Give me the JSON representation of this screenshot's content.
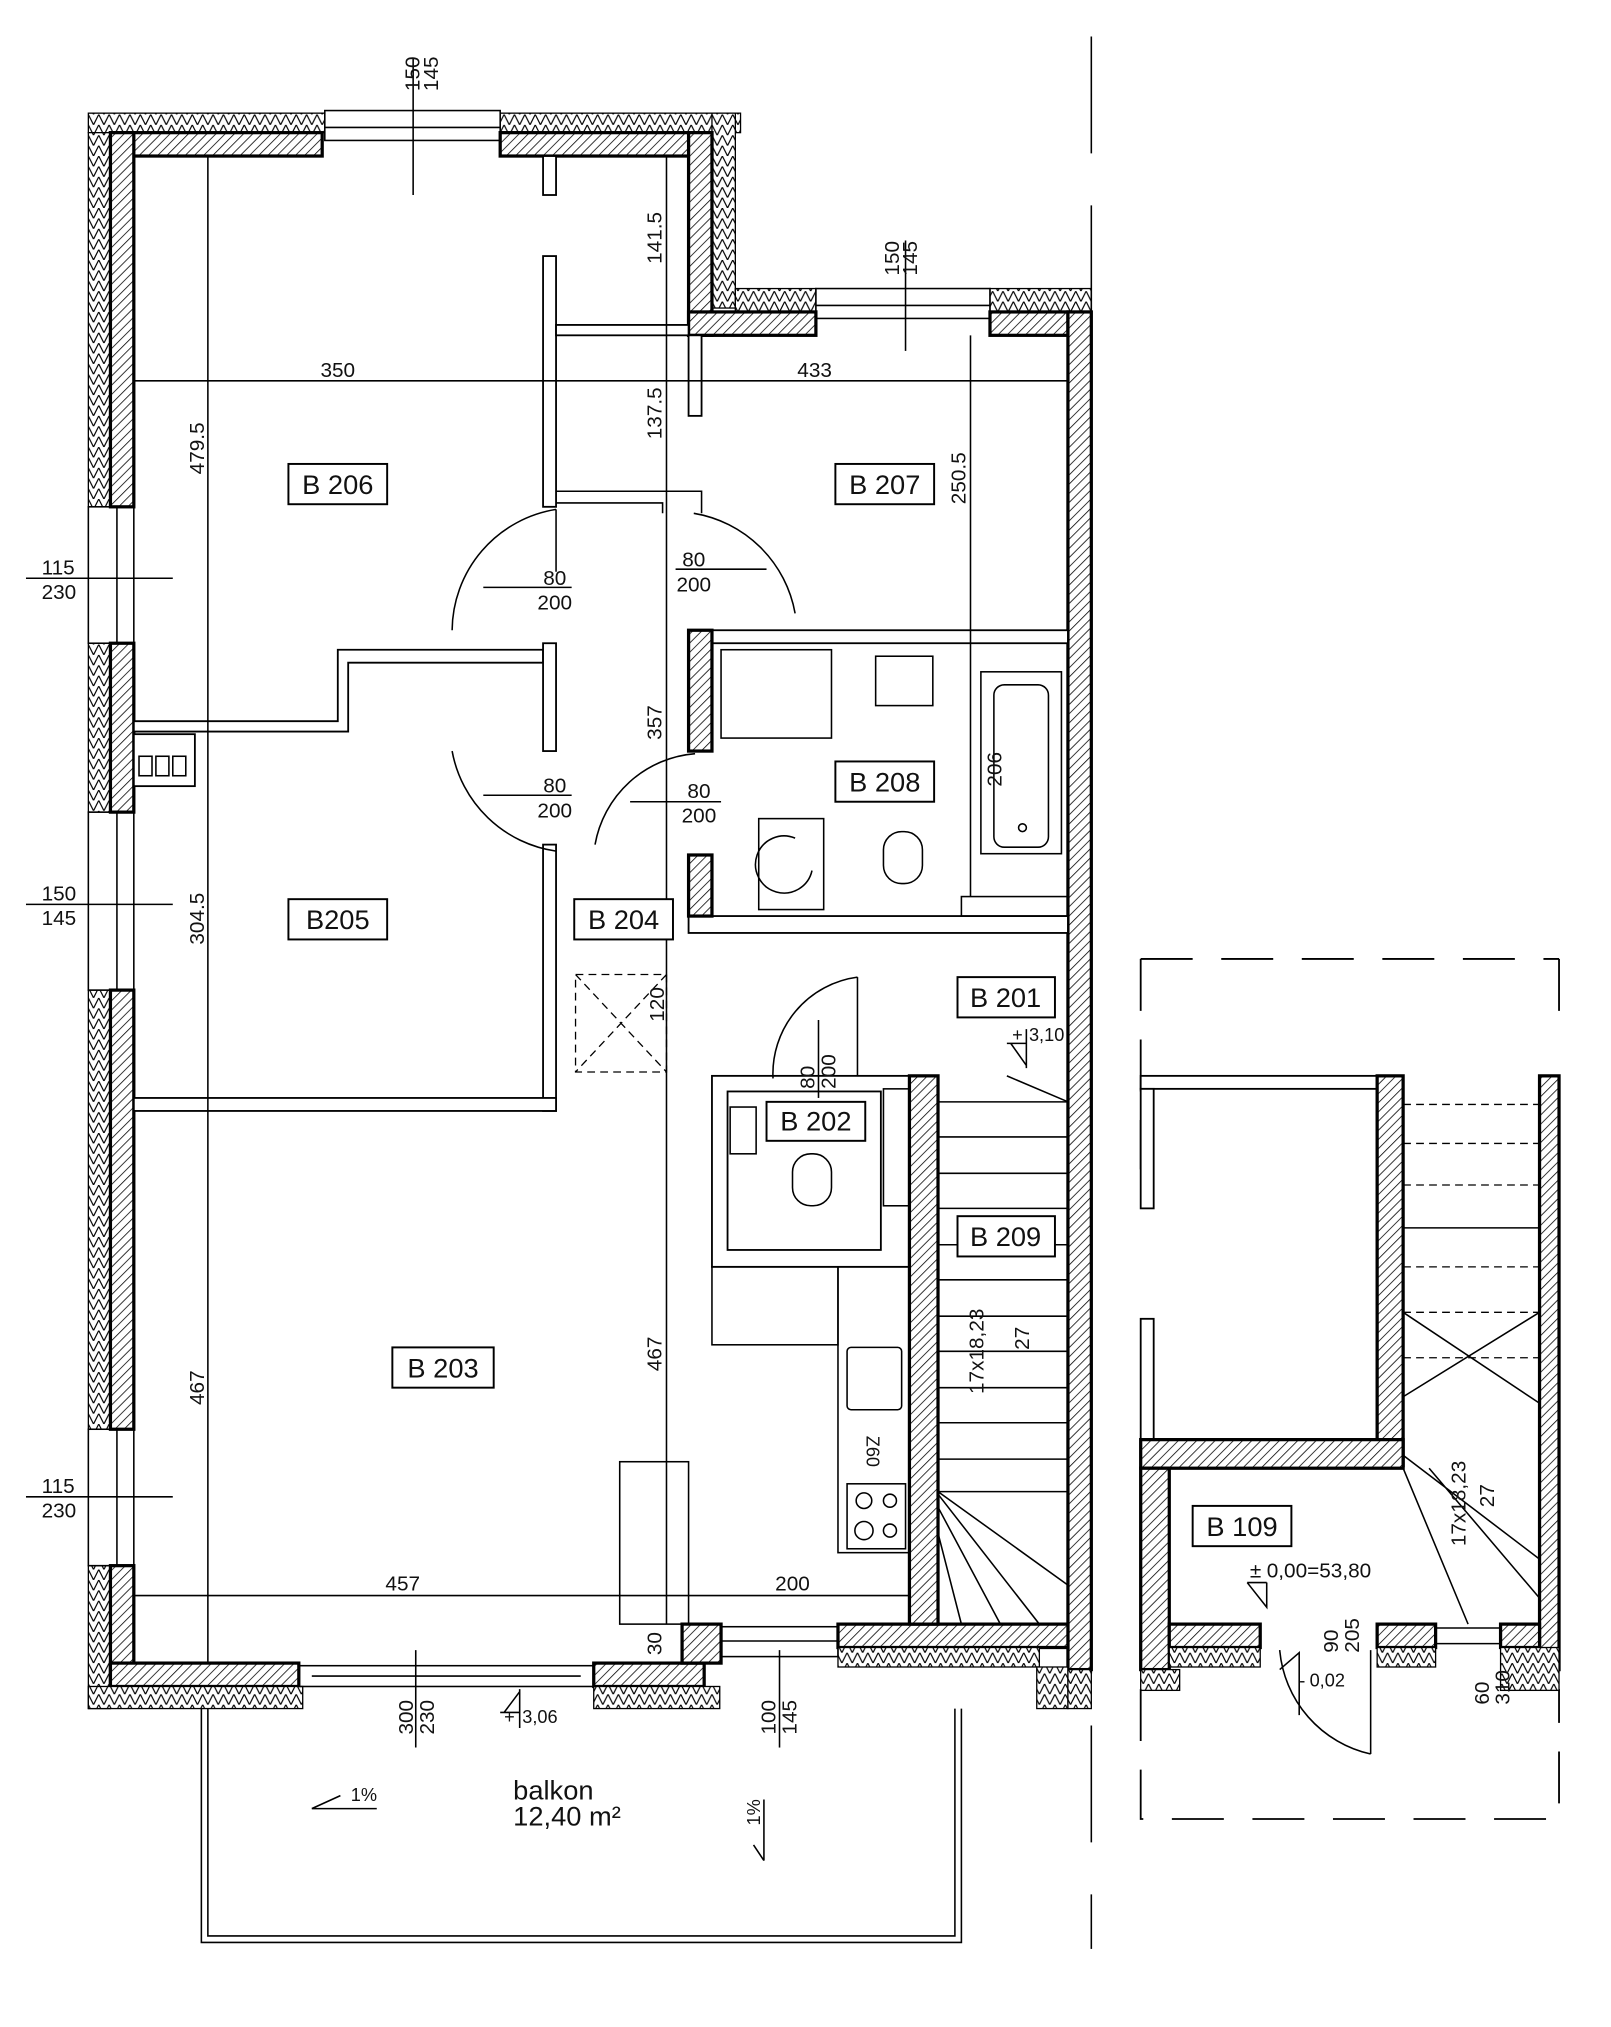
{
  "rooms": [
    {
      "label": "B 206"
    },
    {
      "label": "B 207"
    },
    {
      "label": "B 208"
    },
    {
      "label": "B205"
    },
    {
      "label": "B 204"
    },
    {
      "label": "B 201"
    },
    {
      "label": "B 202"
    },
    {
      "label": "B 209"
    },
    {
      "label": "B 203"
    },
    {
      "label": "B 109"
    }
  ],
  "dimensions": {
    "b206_width": "350",
    "b207_width": "433",
    "b206_depth": "479.5",
    "upper_gap": "141.5",
    "b207_depth_left": "137.5",
    "b207_depth": "250.5",
    "corridor": "357",
    "b208_depth": "206",
    "b205_depth": "304.5",
    "hatch": "120",
    "b203_depth_left": "467",
    "b203_depth_mid": "467",
    "b203_width": "457",
    "kitchen_width": "200",
    "step": "30"
  },
  "windows": [
    {
      "width": "150",
      "height": "145"
    },
    {
      "width": "150",
      "height": "145"
    },
    {
      "width": "115",
      "height": "230"
    },
    {
      "width": "150",
      "height": "145"
    },
    {
      "width": "115",
      "height": "230"
    },
    {
      "width": "300",
      "height": "230"
    },
    {
      "width": "100",
      "height": "145"
    },
    {
      "width": "60",
      "height": "310"
    }
  ],
  "doors": [
    {
      "width": "80",
      "height": "200"
    },
    {
      "width": "80",
      "height": "200"
    },
    {
      "width": "80",
      "height": "200"
    },
    {
      "width": "80",
      "height": "200"
    },
    {
      "width": "80",
      "height": "200"
    },
    {
      "width": "90",
      "height": "205"
    }
  ],
  "levels": {
    "b201": "3,10",
    "balcony": "3,06",
    "b109": "0,00=53,80",
    "entrance": "0,02"
  },
  "stairs": [
    {
      "steps": "17x18,23",
      "tread": "27"
    },
    {
      "steps": "17x18,23",
      "tread": "27"
    }
  ],
  "balcony": {
    "label": "balkon",
    "area": "12,40 m²",
    "slope_1": "1%",
    "slope_2": "1%"
  },
  "appliance_label": "Z60"
}
